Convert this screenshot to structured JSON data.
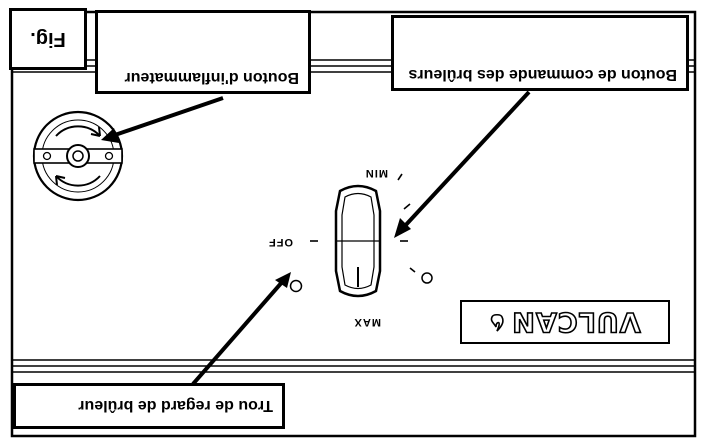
{
  "figure": {
    "label": "Fig."
  },
  "callouts": {
    "burner_control_knob": "Bouton de commande des brûleurs",
    "igniter_button": "Bouton d'inflammateur",
    "burner_sight_hole": "Trou de regard de brûleur"
  },
  "dial": {
    "min_label": "MIN",
    "max_label": "MAX",
    "off_label": "OFF"
  },
  "logo": {
    "brand": "VULCAN"
  },
  "colors": {
    "ink": "#000000",
    "paper": "#ffffff"
  }
}
